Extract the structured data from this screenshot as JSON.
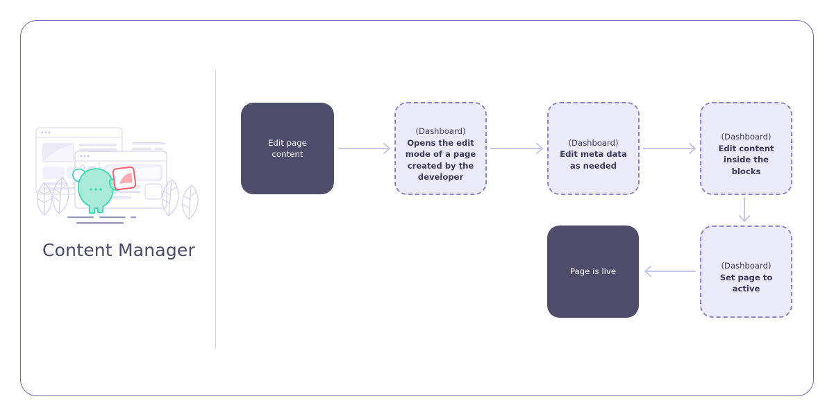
{
  "frame": {
    "border_color": "#6f6c9e",
    "divider_color": "#d3d2e8"
  },
  "left_panel": {
    "title": "Content Manager",
    "illustration_name": "content-manager-mascot-illustration",
    "colors": {
      "mascot_fill": "#a9ebd8",
      "mascot_stroke": "#3fd9b3",
      "card_accent": "#fc5f6b",
      "wireframe": "#e8e6f4"
    }
  },
  "flow": {
    "nodes": [
      {
        "id": "edit-page-content",
        "style": "solid",
        "lead": "",
        "text": "Edit page\ncontent"
      },
      {
        "id": "opens-edit-mode",
        "style": "dashed",
        "lead": "(Dashboard)",
        "text": "Opens the edit\nmode of a page\ncreated by the\ndeveloper"
      },
      {
        "id": "edit-meta-data",
        "style": "dashed",
        "lead": "(Dashboard)",
        "text": "Edit meta data\nas needed"
      },
      {
        "id": "edit-content-blocks",
        "style": "dashed",
        "lead": "(Dashboard)",
        "text": "Edit content\ninside the\nblocks"
      },
      {
        "id": "set-page-active",
        "style": "dashed",
        "lead": "(Dashboard)",
        "text": "Set page to\nactive"
      },
      {
        "id": "page-is-live",
        "style": "solid",
        "lead": "",
        "text": "Page is live"
      }
    ],
    "arrow_color": "#c8c6e6"
  }
}
